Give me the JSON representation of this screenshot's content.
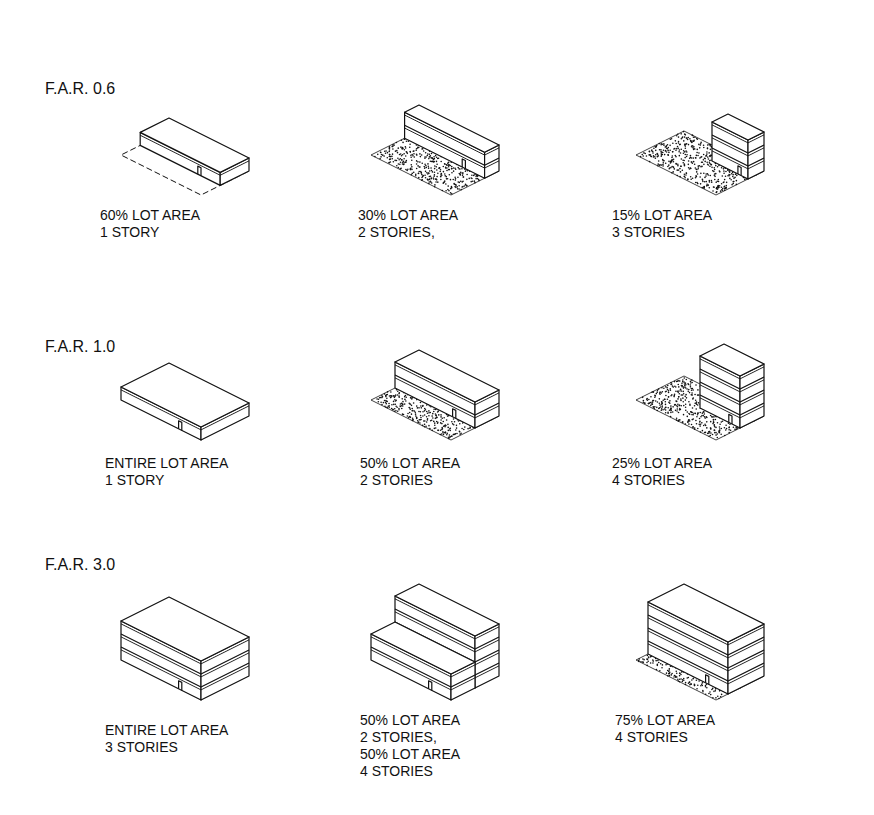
{
  "diagram": {
    "labels": [
      "F.A.R. 0.6",
      "60% LOT AREA 1 STORY",
      "30% LOT AREA 2 STORIES,",
      "15% LOT AREA 3 STORIES",
      "F.A.R. 1.0",
      "ENTIRE LOT AREA 1 STORY",
      "50% LOT AREA 2 STORIES",
      "25% LOT AREA 4 STORIES",
      "F.A.R. 3.0",
      "ENTIRE LOT AREA 3 STORIES",
      "50% LOT AREA 2 STORIES, 50% LOT AREA 4 STORIES",
      "75% LOT AREA 4 STORIES"
    ]
  }
}
